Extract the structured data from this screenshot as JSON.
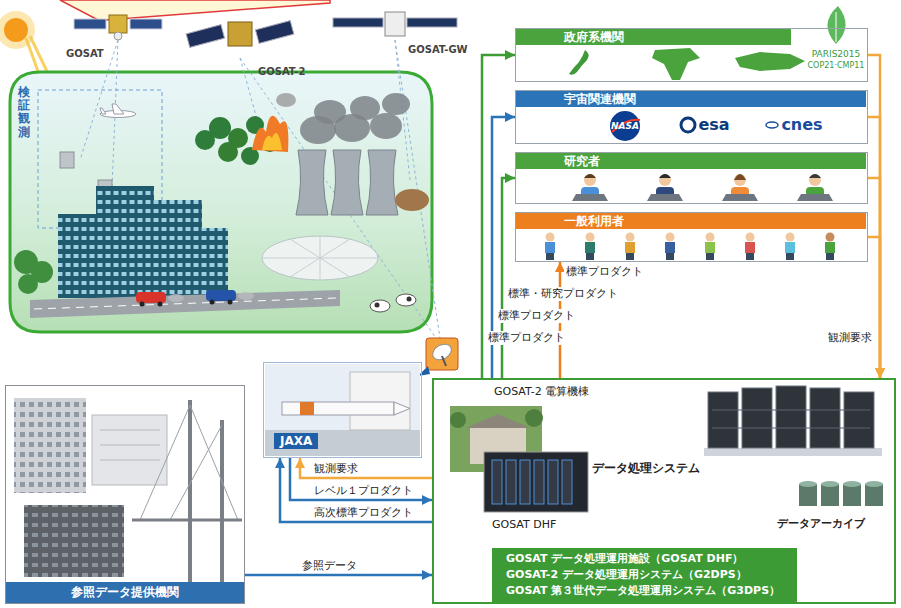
{
  "diagram": {
    "nodes": [
      {
        "text": [
          "政府系機関"
        ]
      },
      {
        "text": [
          "宇宙関連機関"
        ]
      },
      {
        "text": [
          "研究者"
        ]
      },
      {
        "text": [
          "一般利用者"
        ]
      },
      {
        "text": [
          "参照データ提供機関"
        ]
      },
      {
        "text": [
          "JAXA"
        ]
      },
      {
        "text": [
          "GOSAT-2 電算機棟",
          "GOSAT DHF",
          "データ処理システム",
          "データアーカイブ"
        ]
      },
      {
        "text": [
          "GOSAT データ処理運用施設（GOSAT DHF）",
          "GOSAT-2 データ処理運用システム（G2DPS）",
          "GOSAT 第３世代データ処理運用システム（G3DPS）"
        ],
        "in": 6
      }
    ],
    "edges": [
      {
        "from": 6,
        "to": 3,
        "label": "標準プロダクト",
        "arrow": "to"
      },
      {
        "from": 6,
        "to": 2,
        "label": "標準・研究プロダクト",
        "arrow": "to"
      },
      {
        "from": 6,
        "to": 1,
        "label": "標準プロダクト",
        "arrow": "to"
      },
      {
        "from": 6,
        "to": 0,
        "label": "標準プロダクト",
        "arrow": "to"
      },
      {
        "from": 0,
        "to": 6,
        "arrow": "to"
      },
      {
        "from": 1,
        "to": 6,
        "arrow": "to"
      },
      {
        "from": 2,
        "to": 6,
        "arrow": "to"
      },
      {
        "from": 3,
        "to": 6,
        "label": "観測要求",
        "arrow": "to"
      },
      {
        "from": 6,
        "to": 5,
        "label": "観測要求",
        "arrow": "to"
      },
      {
        "from": 5,
        "to": 6,
        "label": "レベル１プロダクト",
        "arrow": "to"
      },
      {
        "from": 6,
        "to": 5,
        "label": "高次標準プロダクト",
        "arrow": "to"
      },
      {
        "from": 4,
        "to": 6,
        "label": "参照データ",
        "arrow": "to"
      }
    ],
    "labels": [
      "GOSAT",
      "GOSAT-2",
      "GOSAT-GW",
      "検証観測",
      "NASA",
      "esa",
      "cnes",
      "PARIS2015",
      "COP21·CMP11"
    ]
  }
}
